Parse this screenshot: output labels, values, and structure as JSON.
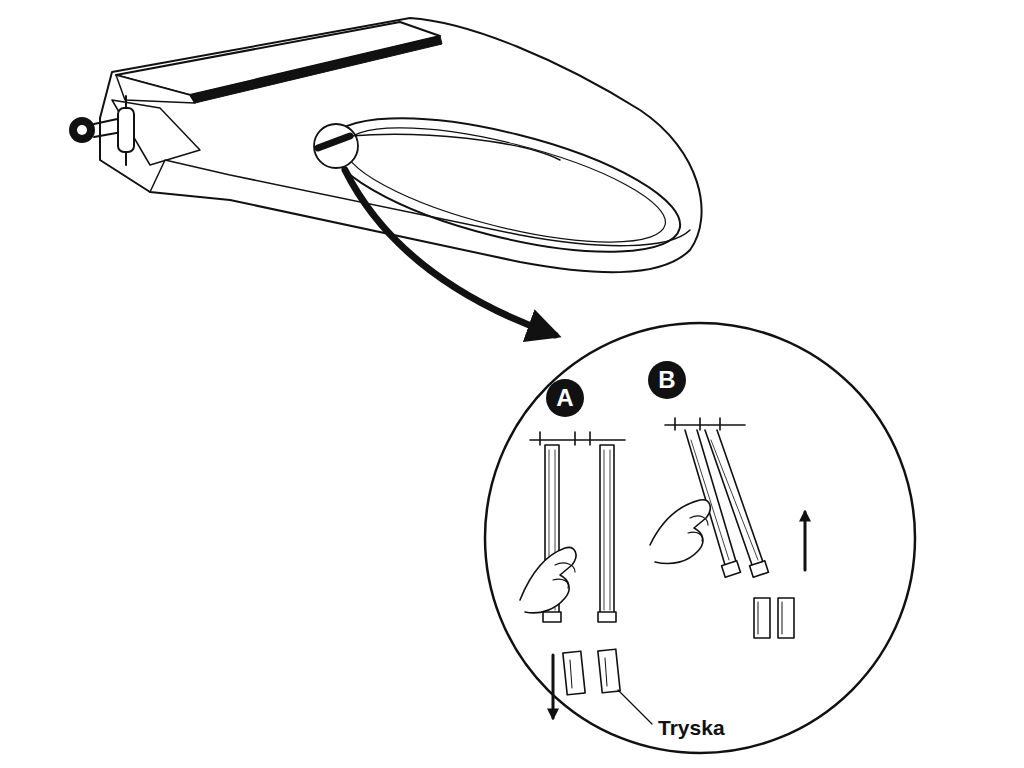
{
  "diagram": {
    "nodes": [
      {
        "text": [
          "A"
        ]
      },
      {
        "text": [
          "B"
        ]
      }
    ],
    "labels": [
      "Tryska"
    ]
  }
}
